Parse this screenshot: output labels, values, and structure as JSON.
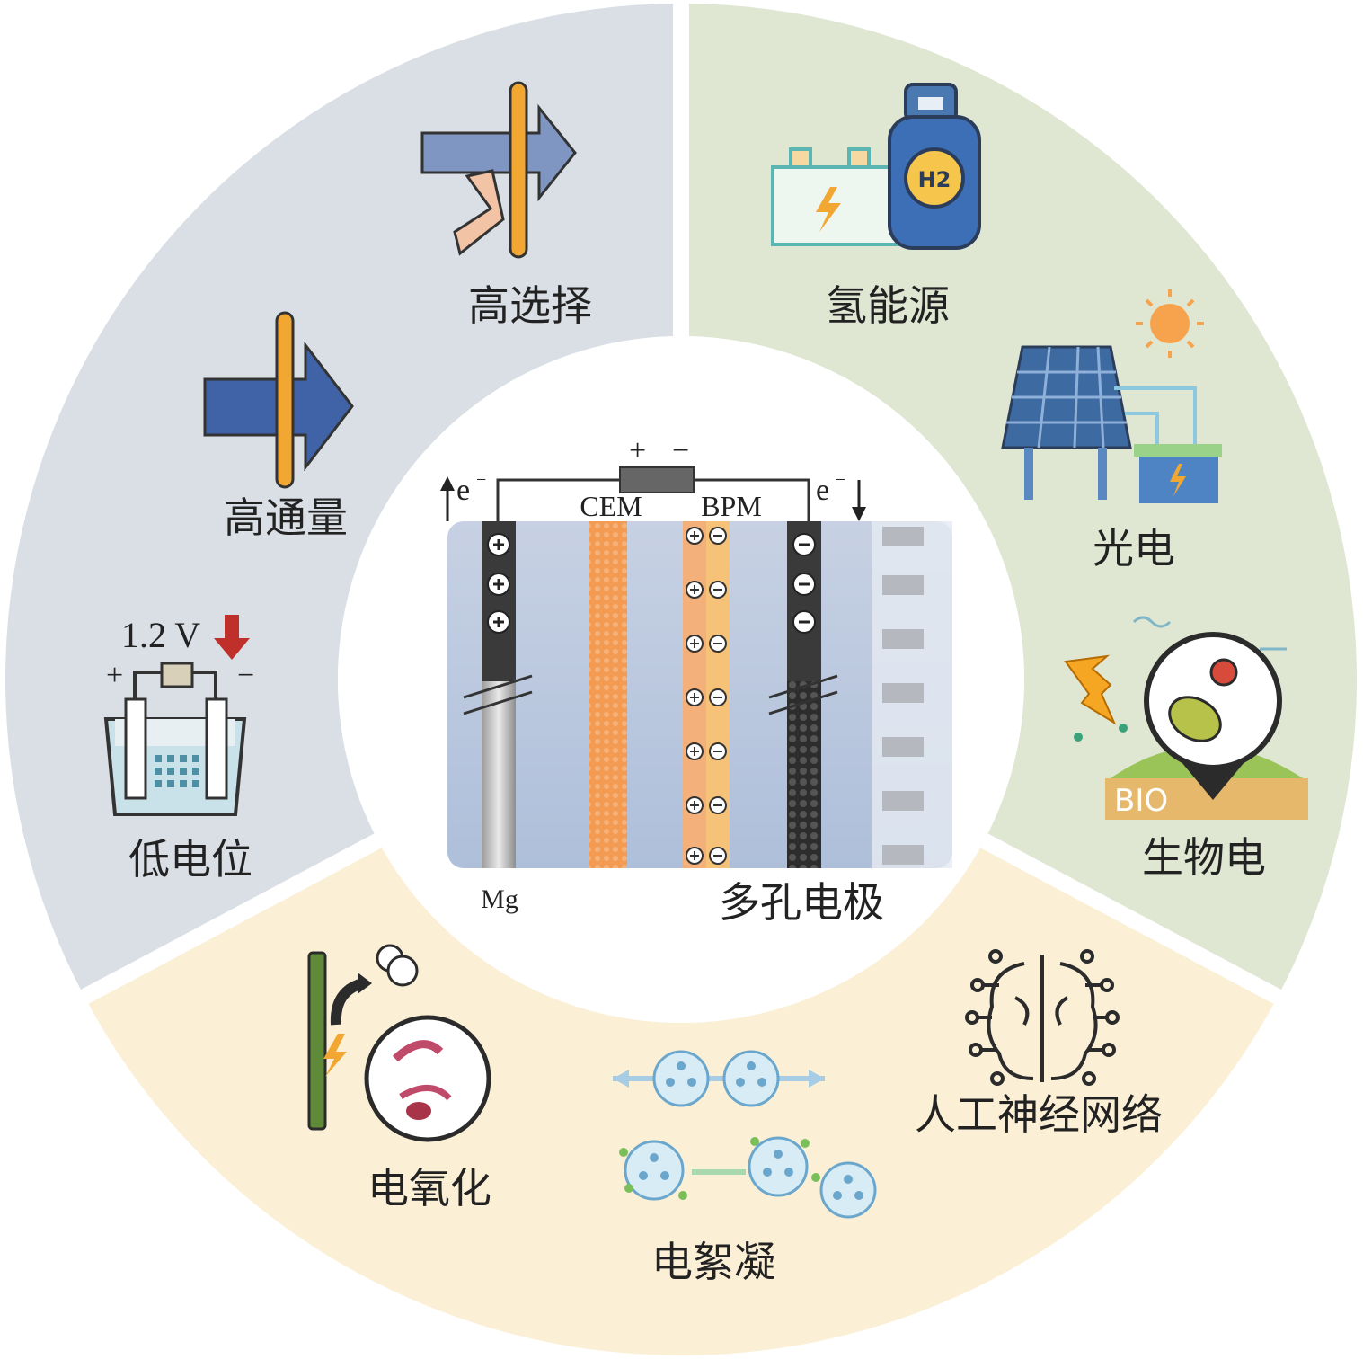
{
  "segments": {
    "left": {
      "color": "#dadfe6",
      "labels": [
        "高选择",
        "高通量",
        "低电位"
      ]
    },
    "right": {
      "color": "#dfe7d3",
      "labels": [
        "氢能源",
        "光电",
        "生物电"
      ]
    },
    "bottom": {
      "color": "#fbf0d6",
      "labels": [
        "电氧化",
        "电絮凝",
        "人工神经网络"
      ]
    }
  },
  "voltage": {
    "value": "1.2 V",
    "plus": "+",
    "minus": "−"
  },
  "center": {
    "power": {
      "plus": "+",
      "minus": "−"
    },
    "electron_left": "e",
    "electron_right": "e",
    "electron_sup": "−",
    "cem": "CEM",
    "bpm": "BPM",
    "mg": "Mg",
    "porous_electrode": "多孔电极"
  },
  "icons": {
    "h2": "H2",
    "bio": "BIO"
  },
  "colors": {
    "arrow_blue": "#3f63a6",
    "arrow_light": "#7f96c2",
    "bar_orange": "#f2a733",
    "cem_orange": "#f39b53",
    "bpm_left": "#f3b07a",
    "bpm_right": "#f6c277",
    "electrode_dark": "#3a3a3a",
    "red_arrow": "#c0302a"
  }
}
